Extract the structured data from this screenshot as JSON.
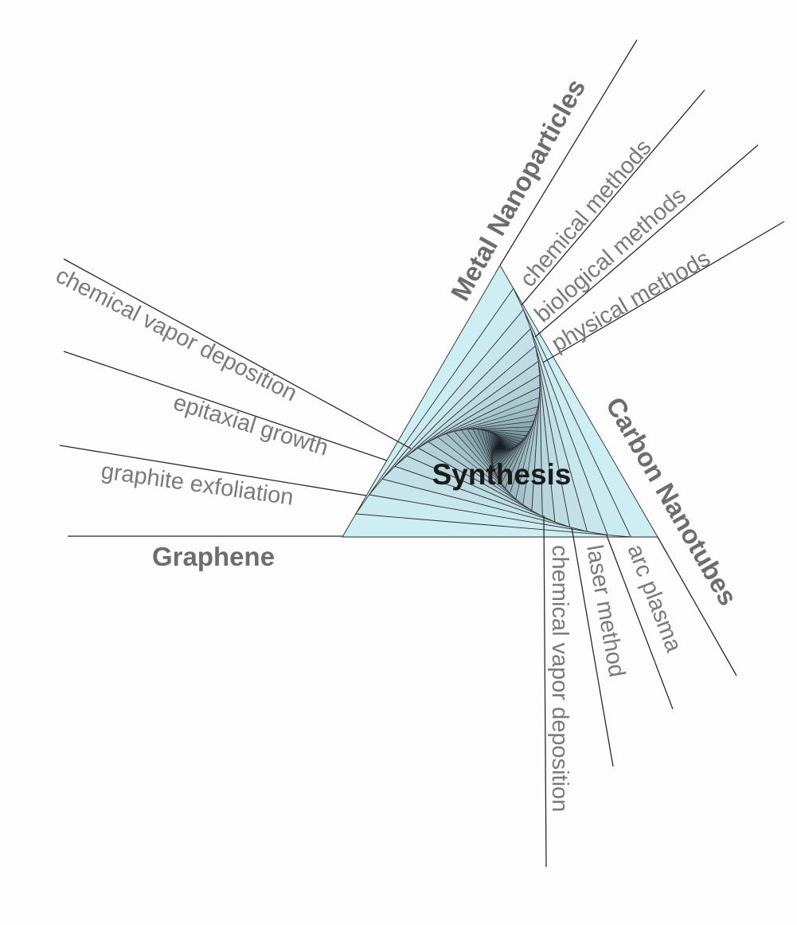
{
  "center_label": "Synthesis",
  "colors": {
    "outer_fill": "#cdeef3",
    "inner_fill": "#0a2230",
    "line": "#2a2a2a",
    "main_text": "#6d6d6d",
    "sub_text": "#7a7a7a",
    "center_text": "#1b1b1b"
  },
  "categories": [
    {
      "name": "Metal Nanoparticles",
      "methods": [
        "chemical methods",
        "biological methods",
        "physical methods"
      ]
    },
    {
      "name": "Carbon Nanotubes",
      "methods": [
        "arc plasma",
        "laser method",
        "chemical vapor deposition"
      ]
    },
    {
      "name": "Graphene",
      "methods": [
        "graphite exfoliation",
        "epitaxial growth",
        "chemical vapor deposition"
      ]
    }
  ]
}
